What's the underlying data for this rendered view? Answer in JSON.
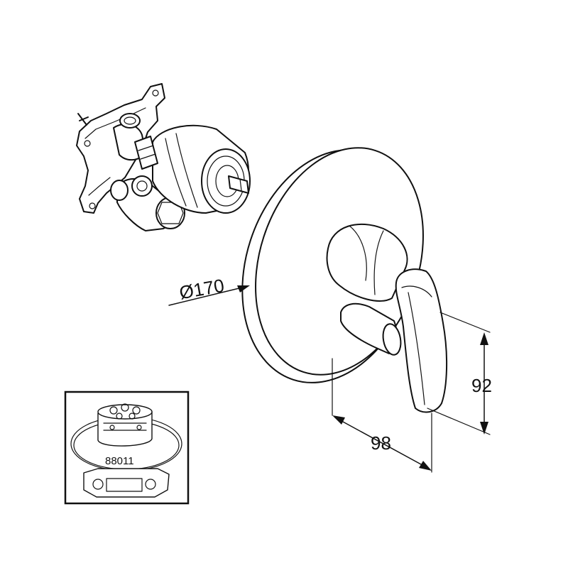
{
  "dimensions": {
    "diameter": "Ø170",
    "height": "92",
    "depth": "98"
  },
  "inset": {
    "part_number": "88011"
  }
}
